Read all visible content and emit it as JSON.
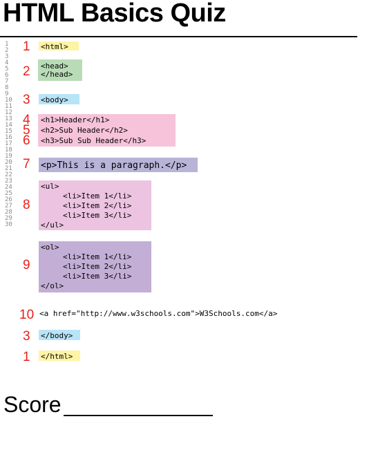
{
  "title": "HTML Basics Quiz",
  "score_label": "Score",
  "line_numbers": [
    "1",
    "2",
    "3",
    "4",
    "5",
    "6",
    "7",
    "8",
    "9",
    "10",
    "11",
    "12",
    "13",
    "14",
    "15",
    "16",
    "17",
    "18",
    "19",
    "20",
    "21",
    "22",
    "23",
    "24",
    "25",
    "26",
    "27",
    "28",
    "29",
    "30"
  ],
  "markers": [
    "1",
    "2",
    "3",
    "4",
    "5",
    "6",
    "7",
    "8",
    "9",
    "10",
    "3",
    "1"
  ],
  "code": {
    "html_open": "<html>",
    "head_open": "<head>",
    "head_close": "</head>",
    "body_open": "<body>",
    "h1": "<h1>Header</h1>",
    "h2": "<h2>Sub Header</h2>",
    "h3": "<h3>Sub Sub Header</h3>",
    "p": "<p>This is a paragraph.</p>",
    "ul_open": "<ul>",
    "ul_items": [
      "<li>Item 1</li>",
      "<li>Item 2</li>",
      "<li>Item 3</li>"
    ],
    "ul_close": "</ul>",
    "ol_open": "<ol>",
    "ol_items": [
      "<li>Item 1</li>",
      "<li>Item 2</li>",
      "<li>Item 3</li>"
    ],
    "ol_close": "</ol>",
    "a_tag": "<a href=\"http://www.w3schools.com\">W3Schools.com</a>",
    "body_close": "</body>",
    "html_close": "</html>"
  },
  "colors": {
    "html": "#fff3a6",
    "head": "#b9dcb7",
    "body": "#b8e4f7",
    "headings": "#f6c3da",
    "p": "#b8b4d8",
    "ul": "#ecc3e0",
    "ol": "#c3aed6",
    "marker": "#e8201a"
  }
}
